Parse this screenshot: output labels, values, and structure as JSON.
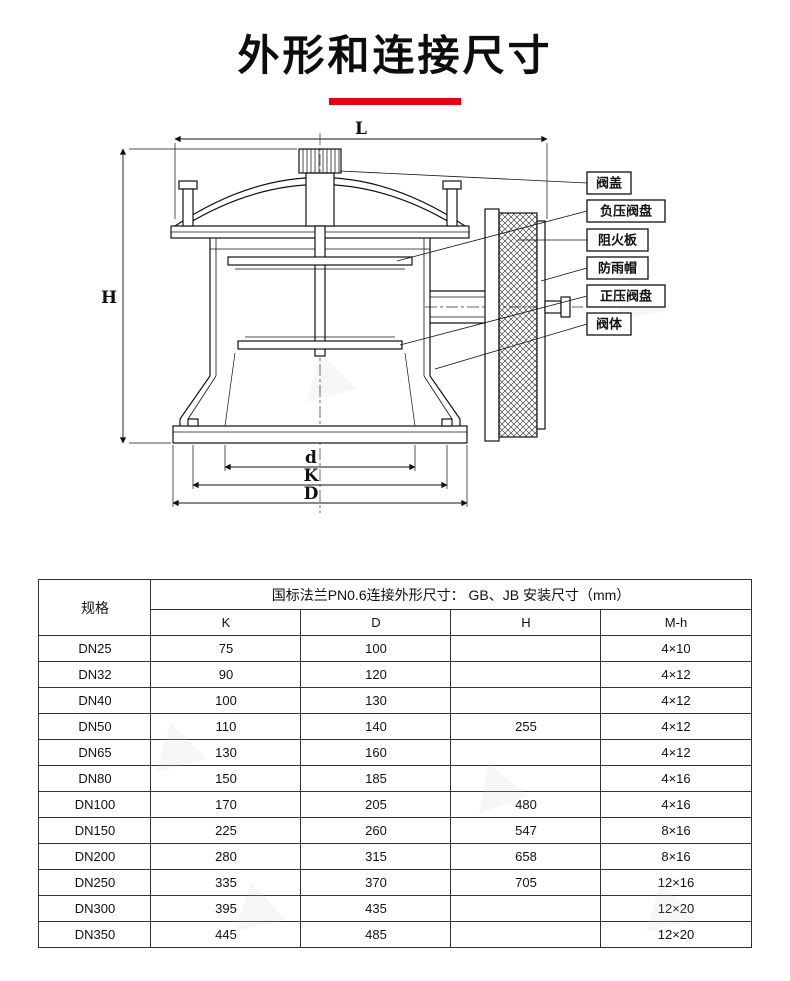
{
  "page": {
    "title": "外形和连接尺寸",
    "accent_color": "#e60012"
  },
  "drawing": {
    "dims": [
      "L",
      "H",
      "d",
      "K",
      "D"
    ],
    "callouts": [
      "阀盖",
      "负压阀盘",
      "阻火板",
      "防雨帽",
      "正压阀盘",
      "阀体"
    ]
  },
  "table": {
    "col1_header": "规格",
    "span_header": "国标法兰PN0.6连接外形尺寸：  GB、JB 安装尺寸（mm）",
    "sub_headers": [
      "K",
      "D",
      "H",
      "M-h"
    ],
    "rows": [
      {
        "spec": "DN25",
        "k": "75",
        "d": "100",
        "h": "",
        "mh": "4×10"
      },
      {
        "spec": "DN32",
        "k": "90",
        "d": "120",
        "h": "",
        "mh": "4×12"
      },
      {
        "spec": "DN40",
        "k": "100",
        "d": "130",
        "h": "",
        "mh": "4×12"
      },
      {
        "spec": "DN50",
        "k": "110",
        "d": "140",
        "h": "255",
        "mh": "4×12"
      },
      {
        "spec": "DN65",
        "k": "130",
        "d": "160",
        "h": "",
        "mh": "4×12"
      },
      {
        "spec": "DN80",
        "k": "150",
        "d": "185",
        "h": "",
        "mh": "4×16"
      },
      {
        "spec": "DN100",
        "k": "170",
        "d": "205",
        "h": "480",
        "mh": "4×16"
      },
      {
        "spec": "DN150",
        "k": "225",
        "d": "260",
        "h": "547",
        "mh": "8×16"
      },
      {
        "spec": "DN200",
        "k": "280",
        "d": "315",
        "h": "658",
        "mh": "8×16"
      },
      {
        "spec": "DN250",
        "k": "335",
        "d": "370",
        "h": "705",
        "mh": "12×16"
      },
      {
        "spec": "DN300",
        "k": "395",
        "d": "435",
        "h": "",
        "mh": "12×20"
      },
      {
        "spec": "DN350",
        "k": "445",
        "d": "485",
        "h": "",
        "mh": "12×20"
      }
    ]
  }
}
